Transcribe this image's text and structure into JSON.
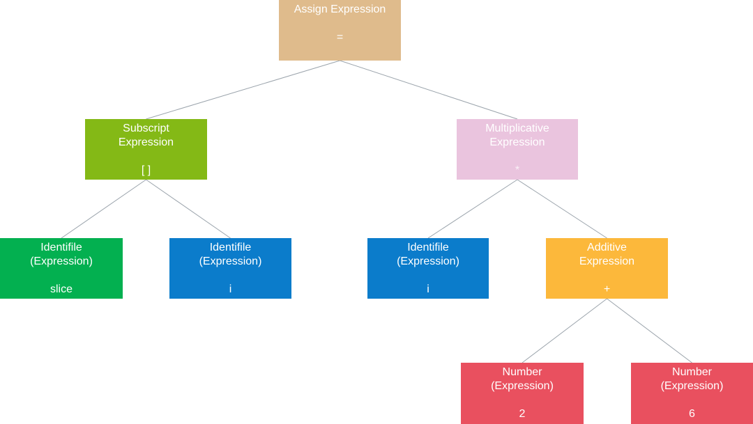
{
  "colors": {
    "assign": "#dfbb8c",
    "subscript": "#84b916",
    "multiplicative": "#eac4de",
    "identifier_green": "#03b050",
    "identifier_blue": "#0b7ccb",
    "additive": "#fcb83b",
    "number": "#e9505f",
    "edge": "#9aa3ab"
  },
  "nodes": {
    "assign": {
      "line1": "Assign Expression",
      "line2": "",
      "op": "="
    },
    "subscript": {
      "line1": "Subscript",
      "line2": "Expression",
      "op": "[ ]"
    },
    "mult": {
      "line1": "Multiplicative",
      "line2": "Expression",
      "op": "*"
    },
    "id_slice": {
      "line1": "Identifile",
      "line2": "(Expression)",
      "op": "slice"
    },
    "id_i_1": {
      "line1": "Identifile",
      "line2": "(Expression)",
      "op": "i"
    },
    "id_i_2": {
      "line1": "Identifile",
      "line2": "(Expression)",
      "op": "i"
    },
    "additive": {
      "line1": "Additive",
      "line2": "Expression",
      "op": "+"
    },
    "num_2": {
      "line1": "Number",
      "line2": "(Expression)",
      "op": "2"
    },
    "num_6": {
      "line1": "Number",
      "line2": "(Expression)",
      "op": "6"
    }
  },
  "edges": [
    [
      "assign",
      "subscript"
    ],
    [
      "assign",
      "mult"
    ],
    [
      "subscript",
      "id_slice"
    ],
    [
      "subscript",
      "id_i_1"
    ],
    [
      "mult",
      "id_i_2"
    ],
    [
      "mult",
      "additive"
    ],
    [
      "additive",
      "num_2"
    ],
    [
      "additive",
      "num_6"
    ]
  ]
}
